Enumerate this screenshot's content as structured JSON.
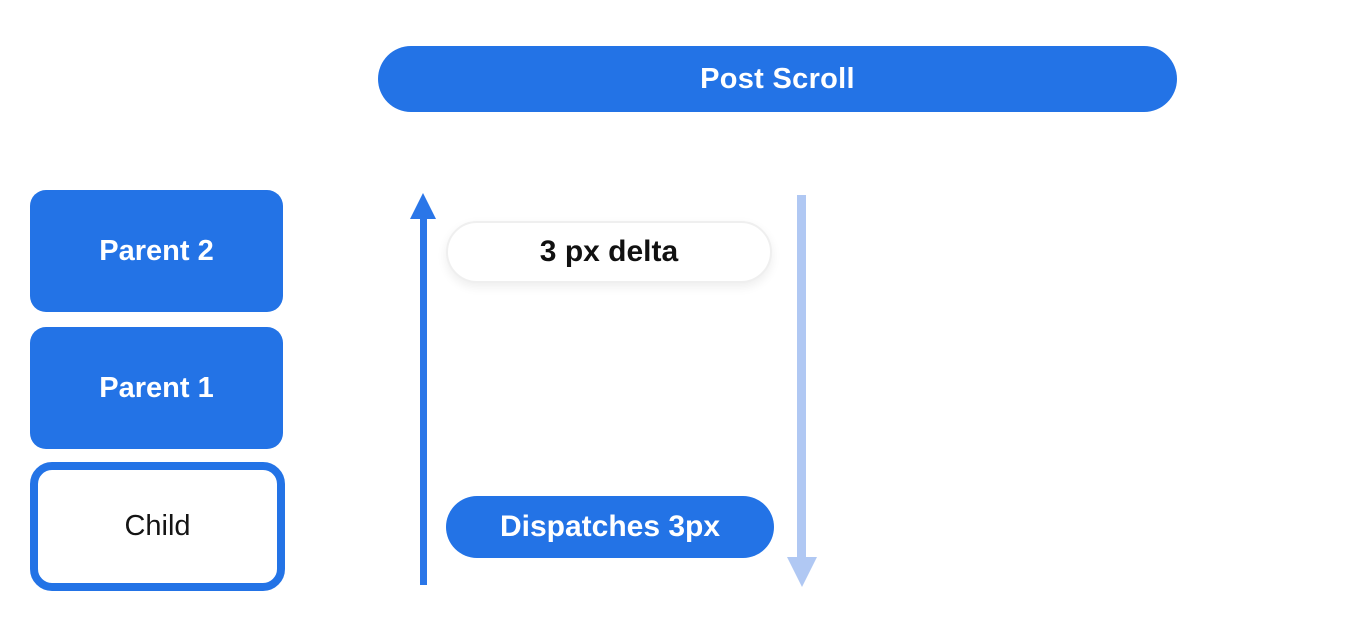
{
  "diagram": {
    "title": "Post Scroll",
    "boxes": [
      {
        "id": "parent2",
        "label": "Parent 2",
        "style": "filled"
      },
      {
        "id": "parent1",
        "label": "Parent 1",
        "style": "filled"
      },
      {
        "id": "child",
        "label": "Child",
        "style": "outlined"
      }
    ],
    "flow": {
      "up_arrow": "scroll-delta-bubbles-up",
      "down_arrow": "dispatch-flows-down",
      "delta_label": "3 px delta",
      "dispatch_label": "Dispatches 3px"
    },
    "colors": {
      "primary_blue": "#2373e6",
      "arrow_blue": "#2a76e8",
      "light_blue": "#b0c8f3",
      "pill_border": "#efefef",
      "text_dark": "#111111",
      "background": "#ffffff"
    }
  }
}
